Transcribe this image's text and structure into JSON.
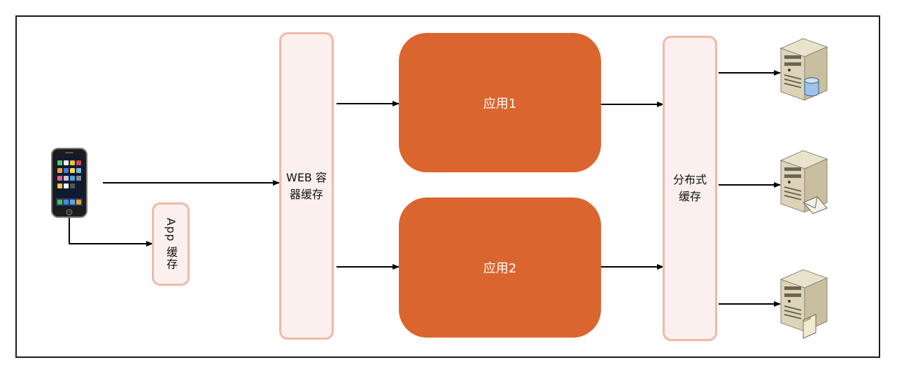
{
  "diagram": {
    "web_cache": {
      "label": "WEB 容器缓存"
    },
    "app_cache": {
      "label": "App 缓存"
    },
    "app1": {
      "label": "应用1"
    },
    "app2": {
      "label": "应用2"
    },
    "distributed_cache": {
      "label": "分布式缓存"
    },
    "icons": {
      "client": "smartphone-icon",
      "servers": [
        "database-server-icon",
        "mail-server-icon",
        "file-server-icon"
      ]
    },
    "colors": {
      "app_fill": "#db652e",
      "cache_fill": "#fbf0ee",
      "cache_border": "#f0b9a6"
    }
  }
}
